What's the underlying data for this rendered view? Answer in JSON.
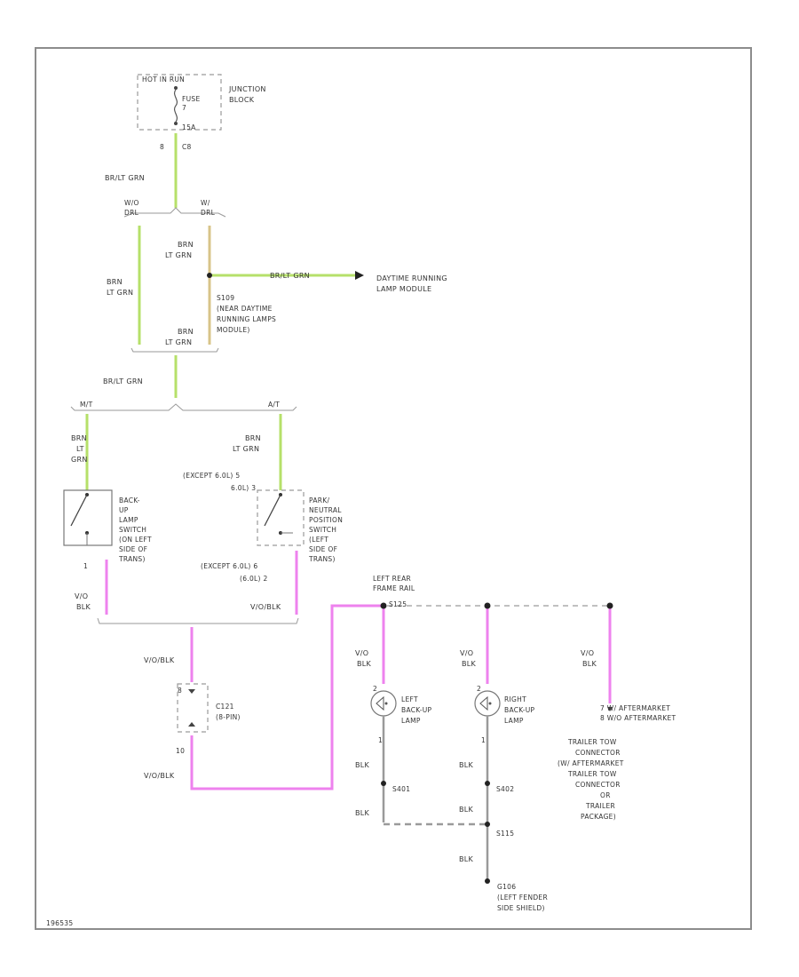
{
  "colors": {
    "border": "#8c8c8c",
    "wire_green": "#b6e06a",
    "wire_tan": "#d8c48a",
    "wire_pink": "#ee82ee",
    "wire_gray": "#9a9a9a",
    "ground_black": "#222222",
    "text": "#333333"
  },
  "junction_block": {
    "top": "HOT IN RUN",
    "fuse": "FUSE",
    "fuse_num": "7",
    "fuse_amp": "15A",
    "name": [
      "JUNCTION",
      "BLOCK"
    ],
    "pin": "8",
    "connector": "C8"
  },
  "wires": {
    "brlt_grn_top": "BR/LT GRN",
    "brlt_grn_mid": "BR/LT GRN",
    "brlt_grn_drl": "BR/LT GRN",
    "brn_lt_grn_left": [
      "BRN",
      "LT GRN"
    ],
    "brn_lt_grn_center": [
      "BRN",
      "LT GRN"
    ],
    "brn_lt_grn_bottom": [
      "BRN",
      "LT GRN"
    ],
    "brn_lt_grn_mt": [
      "BRN",
      "LT",
      "GRN"
    ],
    "brn_lt_grn_at": [
      "BRN",
      "LT GRN"
    ],
    "vio_blk_left": [
      "V/O",
      "BLK"
    ],
    "vio_blk_right": "V/O/BLK",
    "vio_blk_mid": "V/O/BLK",
    "vio_blk_bottom": "V/O/BLK",
    "vio_blk_left_lamp": [
      "V/O",
      "BLK"
    ],
    "vio_blk_right_lamp": [
      "V/O",
      "BLK"
    ],
    "vio_blk_trailer": [
      "V/O",
      "BLK"
    ],
    "blk_1": "BLK",
    "blk_2": "BLK",
    "blk_3": "BLK",
    "blk_4": "BLK",
    "blk_5": "BLK"
  },
  "labels": {
    "w_o_drl": [
      "W/O",
      "DRL"
    ],
    "w_drl": [
      "W/",
      "DRL"
    ],
    "drl_module": [
      "DAYTIME RUNNING",
      "LAMP MODULE"
    ],
    "splice_drl": [
      "S109",
      "(NEAR DAYTIME",
      "RUNNING LAMPS",
      "MODULE)"
    ],
    "mt": "M/T",
    "at": "A/T",
    "except_8_6l_top": "(EXCEPT 6.0L) 5",
    "l_6_0_top": "6.0L) 3",
    "backup_switch": [
      "BACK-",
      "UP",
      "LAMP",
      "SWITCH",
      "(ON LEFT",
      "SIDE OF",
      "TRANS)"
    ],
    "pnp_switch": [
      "PARK/",
      "NEUTRAL",
      "POSITION",
      "SWITCH",
      "(LEFT",
      "SIDE OF",
      "TRANS)"
    ],
    "except_8_6l_bottom": "(EXCEPT 6.0L) 6",
    "l_6_0_bottom": "(6.0L) 2",
    "pin_1": "1",
    "c121": [
      "C121",
      "(8-PIN)"
    ],
    "c121_pin_top": "8",
    "c121_pin_bottom": "10",
    "left_rear_rail": [
      "LEFT REAR",
      "FRAME RAIL",
      "S125"
    ],
    "left_lamp": [
      "LEFT",
      "BACK-UP",
      "LAMP"
    ],
    "right_lamp": [
      "RIGHT",
      "BACK-UP",
      "LAMP"
    ],
    "lamp_pin_top_l": "2",
    "lamp_pin_bot_l": "1",
    "lamp_pin_top_r": "2",
    "lamp_pin_bot_r": "1",
    "s401": "S401",
    "s402": "S402",
    "s115": "S115",
    "trailer_pins": [
      "7  W/ AFTERMARKET",
      "8  W/O AFTERMARKET"
    ],
    "trailer_connector": [
      "TRAILER TOW",
      "CONNECTOR",
      "(W/ AFTERMARKET",
      "TRAILER TOW",
      "CONNECTOR",
      "OR",
      "TRAILER",
      "PACKAGE)"
    ],
    "ground_g106": [
      "G106",
      "(LEFT FENDER",
      "SIDE SHIELD)"
    ],
    "diagram_id": "196535"
  }
}
